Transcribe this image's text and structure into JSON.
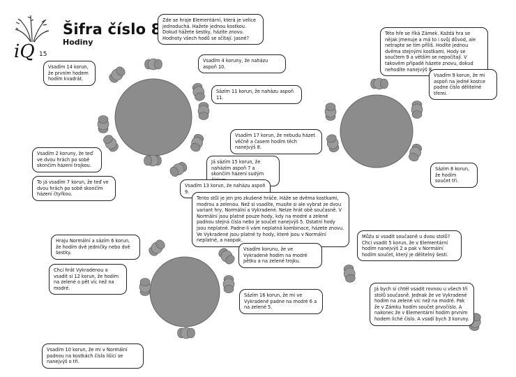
{
  "header": {
    "title": "Šifra číslo 8",
    "subtitle": "Hodiny",
    "logo_text": "iQ",
    "logo_year": "15"
  },
  "colors": {
    "table": "#8c8c8c",
    "head": "#8f8f8f",
    "bubble_border": "#222222"
  },
  "bubbles": {
    "b1": "Zde se hraje Elementární, která je velice jednoduchá. Hažete jednou kostkou. Dokud hážete šestky, házíte znovu. Hodnoty všech hodů se sčítají. Jasné?",
    "b2": "Vsadím 4 koruny, že naházu aspoň 10.",
    "b3": "Sázím 11 korun, že naházu aspoň 11.",
    "b4": "Vsadím 14 korun, že prvním hodem hodím kvadrát.",
    "b5": "Vsadím 2 koruny, že teď ve dvou hrách po sobě skončím házení trojkou.",
    "b6": "To já vsadím 7 korun, že teď ve dvou hrách po sobě skončím házení čtyřkou.",
    "b7": "Já sázím 15 korun, že naházím aspoň 7 a skončím házení sudým číslem.",
    "b8": "Vsadím 13 korun, že naházu aspoň 9.",
    "b9": "Vsadím 17 korun, že nebudu házet věčně a časem hodím těch nanejvýš 8.",
    "b10": "Této hře se říká Zámek. Každá hra se nějak jmenuje a má to i svůj důvod, ale netrapte se tím příliš. Hodíte jednou dvěma stejnými kostkami. Hody se součtem 9 a větším se nepočítají. V takovém případě házete znovu, dokud nehodíte nanejvýš 8.",
    "b11": "Vsadím 9 korun, že mi aspoň na jedné kostce padne číslo dělitelné třemi.",
    "b12": "Sázím 8 korun, že hodím součet tři.",
    "b13": "Tento stůl je jen pro zkušené hráče. Háže se dvěma kostkami, modrou a zelenou. Než si vsadíte, musíte si ale vybrat ze dvou variant hry, Normální a Vykradené. Nelze hrát obě současně. V Normální jsou platné pouze hody, kdy na modré a zelené padnou stejná čísla nebo je součet nanejvýš 5. Ostatní hody jsou neplatné. Padne-li vám neplatná kombinace, házete znovu. Ve Vykradené jsou platné ty hody, které jsou v Normální neplatné, a naopak.",
    "b14": "Hraju Normální a sázím 6 korun, že hodím dvě jedničky nebo dvě šestky.",
    "b15": "Chci hrát Vykradenou a vsadit si 12 korun, že hodím na zelené o pět víc než na modré.",
    "b16": "Vsadím korunu, že ve Vykradené hodím na modré pětku a na zelené trojku.",
    "b17": "Sázím 16 korun, že mi ve Vykradené padne na modré 6 a na zelené 5.",
    "b18": "Vsadím 10 korun, že mi v Normální padnou na kostkách čísla lišící se nanejvýš o tři.",
    "b19": "Můžu si vsadit současně u dvou stolů? Chci vsadit 5 korun, že v Elementární hodím nanejvýš 2 a pak v Normální hodím součet, který je dělitelný šesti.",
    "b20": "Já bych si chtěl vsadit rovnou u všech tří stolů současně. Jednak že ve Vykradené hodím na zelené víc než na modré. Pak že v Zámku hodím součet prvočíslo. A nakonec že v Elementární hodím prvním hodem liché číslo. A vsadí bych 3 koruny."
  }
}
